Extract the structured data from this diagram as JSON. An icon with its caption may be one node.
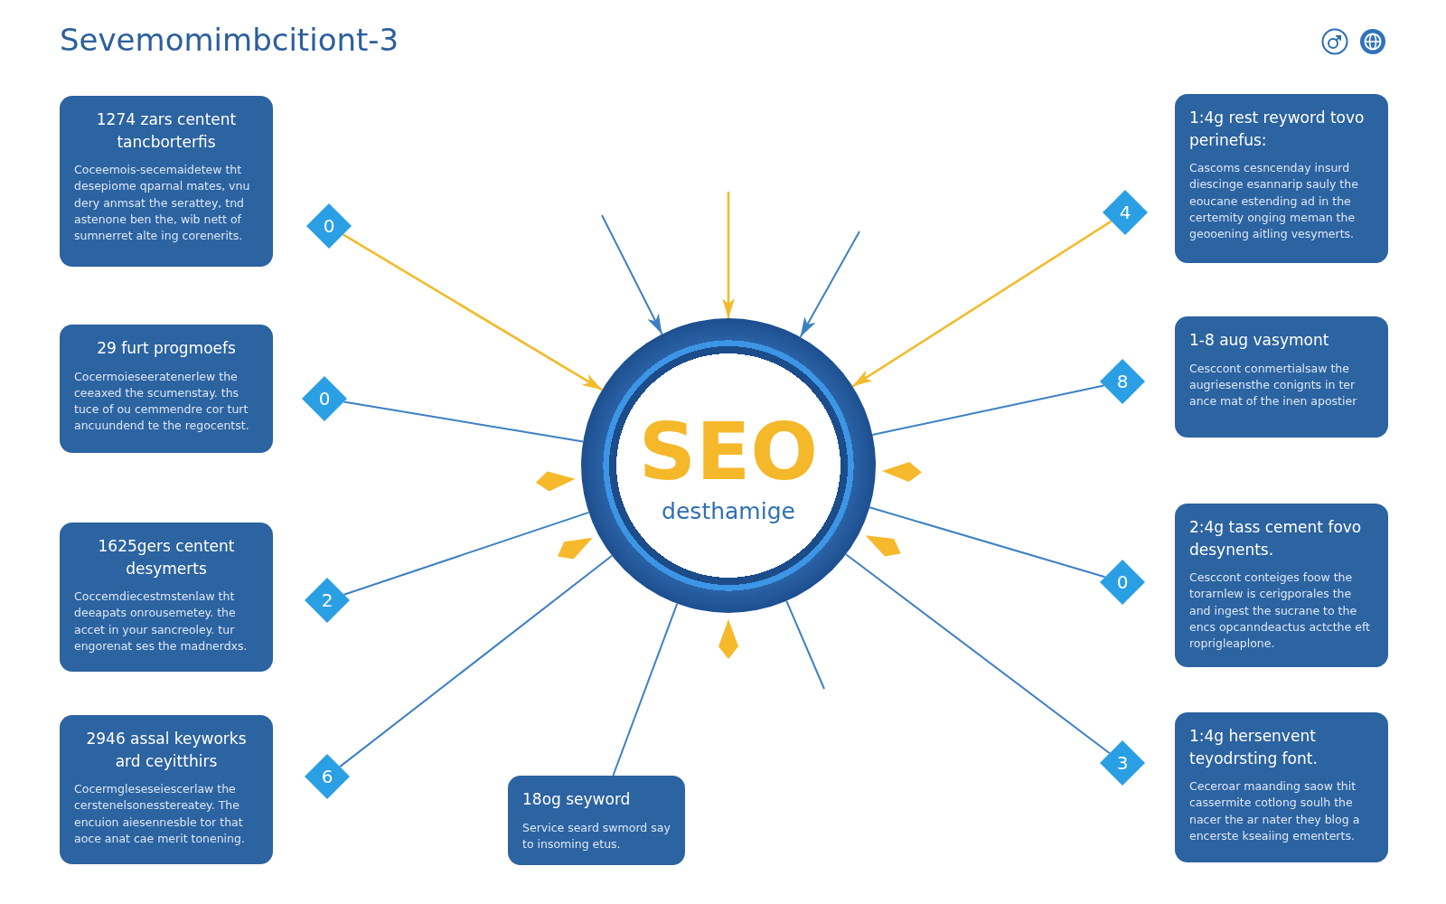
{
  "diagram": {
    "title": "Sevemomimbcitiont-3",
    "nodes": [
      {
        "text": [
          "1274 zars centent tancborterfis",
          "Coceemois-secemaidetew tht desepiome qparnal mates, vnu dery anmsat the serattey, tnd astenone ben the, wib nett of sumnerret alte ing corenerits."
        ]
      },
      {
        "text": [
          "0"
        ]
      },
      {
        "text": [
          "4"
        ]
      },
      {
        "text": [
          "1:4g rest reyword tovo perinefus:",
          "Cascoms cesncenday insurd diescinge esannarip sauly the eoucane estending ad in the certemity onging meman the geooening aitling vesymerts."
        ]
      },
      {
        "text": [
          "29 furt progmoefs",
          "Cocermoieseeratenerlew the ceeaxed the scumenstay. ths tuce of ou cemmendre cor turt ancuundend te the regocentst."
        ]
      },
      {
        "text": [
          "0"
        ]
      },
      {
        "text": [
          "SEO",
          "desthamige"
        ]
      },
      {
        "text": [
          "8"
        ]
      },
      {
        "text": [
          "1-8 aug vasymont",
          "Cesccont conmertialsaw the augriesensthe conignts in ter ance mat of the inen apostier"
        ]
      },
      {
        "text": [
          "1625gers centent desymerts",
          "Coccemdiecestmstenlaw tht deeapats onrousemetey. the accet in your sancreoley. tur engorenat ses the madnerdxs."
        ]
      },
      {
        "text": [
          "2"
        ]
      },
      {
        "text": [
          "0"
        ]
      },
      {
        "text": [
          "2:4g tass cement fovo desynents.",
          "Cesccont conteiges foow the torarnlew is cerigporales the and ingest the sucrane to the encs opcanndeactus actcthe eft roprigleaplone."
        ]
      },
      {
        "text": [
          "2946 assal keyworks ard ceyitthirs",
          "Cocermgleseseiescerlaw the cerstenelsonesstereatey. The encuion aiesennesble tor that aoce anat cae merit tonening."
        ]
      },
      {
        "text": [
          "6"
        ]
      },
      {
        "text": [
          "18og seyword",
          "Service seard swmord say to insoming etus."
        ]
      },
      {
        "text": [
          "3"
        ]
      },
      {
        "text": [
          "1:4g hersenvent teyodrsting font.",
          "Ceceroar maanding saow thit cassermite cotlong soulh the nacer the ar nater they blog a encerste kseaiing ementerts."
        ]
      }
    ],
    "edges": [
      {
        "from": 1,
        "to": 6,
        "arrow": "to",
        "color": "#f2bb2c"
      },
      {
        "from": null,
        "to": 6,
        "arrow": "to"
      },
      {
        "from": null,
        "to": 6,
        "arrow": "to",
        "color": "#f2bb2c"
      },
      {
        "from": null,
        "to": 6,
        "arrow": "to"
      },
      {
        "from": 2,
        "to": 6,
        "arrow": "to",
        "color": "#f2bb2c"
      },
      {
        "from": 5,
        "to": 6,
        "arrow": "none"
      },
      {
        "from": 6,
        "to": 7,
        "arrow": "none"
      },
      {
        "from": 6,
        "to": 10,
        "arrow": "none"
      },
      {
        "from": 6,
        "to": 14,
        "arrow": "none"
      },
      {
        "from": 6,
        "to": 15,
        "arrow": "none"
      },
      {
        "from": 6,
        "to": null,
        "arrow": "none"
      },
      {
        "from": 6,
        "to": 16,
        "arrow": "none"
      },
      {
        "from": 6,
        "to": 11,
        "arrow": "none"
      }
    ]
  }
}
